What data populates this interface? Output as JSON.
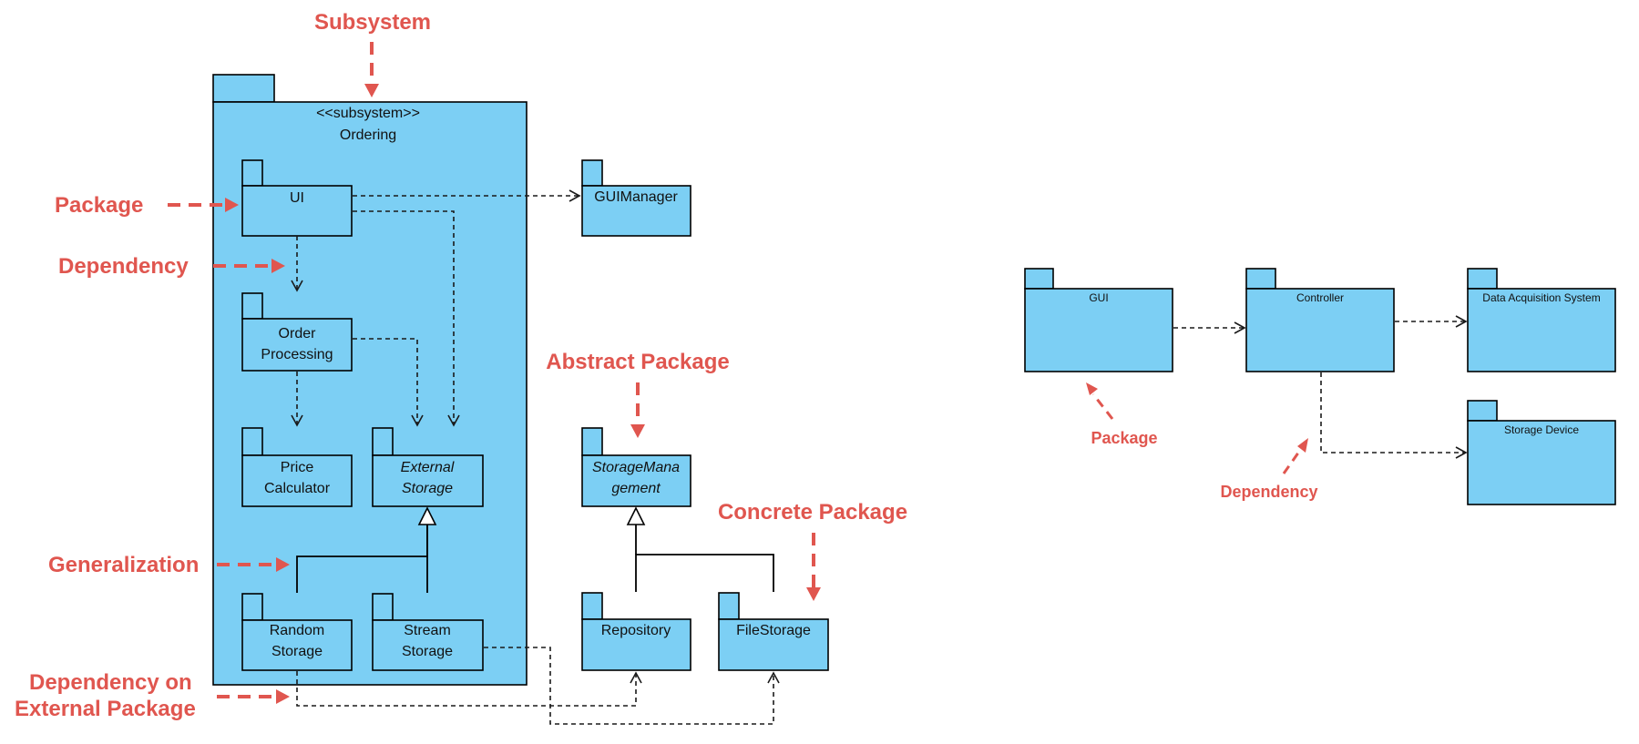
{
  "colors": {
    "package_fill": "#7ccff4",
    "annotation": "#e0564f",
    "line": "#000000"
  },
  "annotations": {
    "subsystem": "Subsystem",
    "package_left": "Package",
    "dependency_left": "Dependency",
    "abstract_package": "Abstract Package",
    "concrete_package": "Concrete Package",
    "generalization": "Generalization",
    "dep_external_line1": "Dependency on",
    "dep_external_line2": "External Package",
    "package_right": "Package",
    "dependency_right": "Dependency"
  },
  "subsystem": {
    "stereotype": "<<subsystem>>",
    "name": "Ordering"
  },
  "packages": {
    "ui": "UI",
    "order_processing_1": "Order",
    "order_processing_2": "Processing",
    "price_calculator_1": "Price",
    "price_calculator_2": "Calculator",
    "external_storage_1": "External",
    "external_storage_2": "Storage",
    "random_storage_1": "Random",
    "random_storage_2": "Storage",
    "stream_storage_1": "Stream",
    "stream_storage_2": "Storage",
    "gui_manager": "GUIManager",
    "storage_management_1": "StorageMana",
    "storage_management_2": "gement",
    "repository": "Repository",
    "file_storage": "FileStorage",
    "gui": "GUI",
    "controller": "Controller",
    "data_acquisition": "Data Acquisition System",
    "storage_device": "Storage Device"
  }
}
